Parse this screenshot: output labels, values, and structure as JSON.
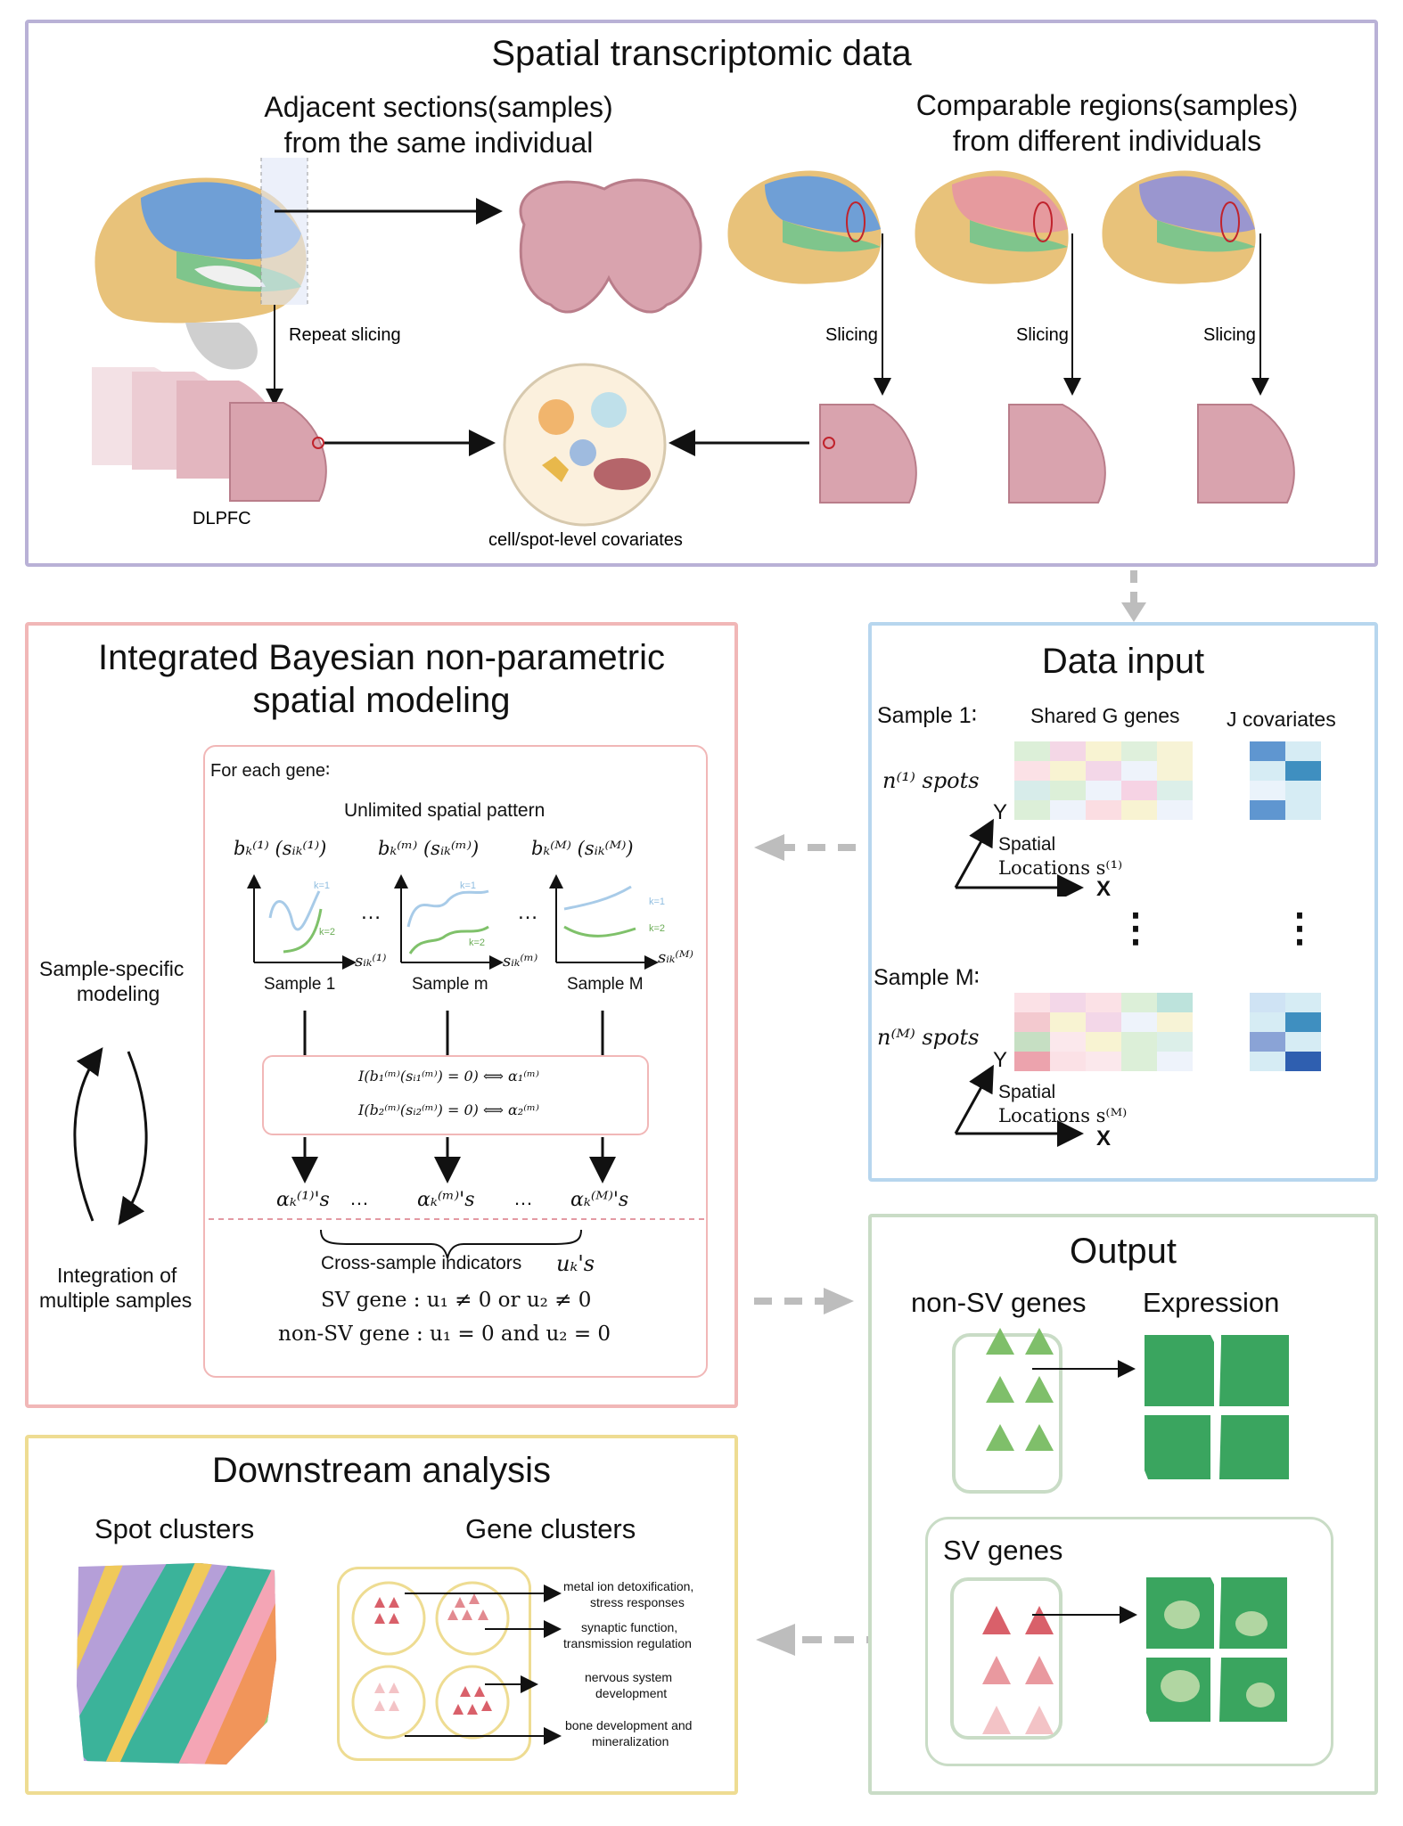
{
  "top": {
    "title": "Spatial transcriptomic data",
    "left_heading_1": "Adjacent sections(samples)",
    "left_heading_2": "from the same individual",
    "right_heading_1": "Comparable regions(samples)",
    "right_heading_2": "from different individuals",
    "repeat_slicing": "Repeat slicing",
    "slicing": "Slicing",
    "dlpfc": "DLPFC",
    "covariates": "cell/spot-level covariates"
  },
  "data_input": {
    "title": "Data input",
    "sample1": "Sample 1∶",
    "shared_genes": "Shared G genes",
    "j_covariates": "J  covariates",
    "n1_spots": "n⁽¹⁾ spots",
    "sampleM": "Sample M∶",
    "nM_spots": "n⁽ᴹ⁾ spots",
    "spatial": "Spatial",
    "locations1": "Locations s⁽¹⁾",
    "locationsM": "Locations s⁽ᴹ⁾",
    "x": "X",
    "y": "Y",
    "dots": "⋮"
  },
  "model": {
    "title_1": "Integrated Bayesian non-parametric",
    "title_2": "spatial modeling",
    "for_each_gene": "For each gene∶",
    "unlimited": "Unlimited spatial pattern",
    "sample_specific": "Sample-specific",
    "modeling": "modeling",
    "integration": "Integration of",
    "multiple": "multiple samples",
    "sample_1": "Sample 1",
    "sample_m": "Sample m",
    "sample_M": "Sample M",
    "b1": "bₖ⁽¹⁾ (sᵢₖ⁽¹⁾)",
    "bm": "bₖ⁽ᵐ⁾ (sᵢₖ⁽ᵐ⁾)",
    "bM": "bₖ⁽ᴹ⁾ (sᵢₖ⁽ᴹ⁾)",
    "s1": "sᵢₖ⁽¹⁾",
    "sm": "sᵢₖ⁽ᵐ⁾",
    "sM": "sᵢₖ⁽ᴹ⁾",
    "k1": "k=1",
    "k2": "k=2",
    "ellipsis": "…",
    "eq1": "I(b₁⁽ᵐ⁾(sᵢ₁⁽ᵐ⁾) = 0)  ⟺  α₁⁽ᵐ⁾",
    "eq2": "I(b₂⁽ᵐ⁾(sᵢ₂⁽ᵐ⁾) = 0)  ⟺  α₂⁽ᵐ⁾",
    "alpha1": "αₖ⁽¹⁾'s",
    "alpham": "αₖ⁽ᵐ⁾'s",
    "alphaM": "αₖ⁽ᴹ⁾'s",
    "cross": "Cross-sample indicators",
    "uk": "uₖ's",
    "sv_rule": "SV gene : u₁ ≠ 0   or   u₂ ≠ 0",
    "nonsv_rule": "non-SV gene : u₁ = 0 and u₂ = 0"
  },
  "output": {
    "title": "Output",
    "nonsv": "non-SV genes",
    "expression": "Expression",
    "sv": "SV genes"
  },
  "downstream": {
    "title": "Downstream analysis",
    "spot_clusters": "Spot clusters",
    "gene_clusters": "Gene clusters",
    "ann1a": "metal ion detoxification,",
    "ann1b": "stress responses",
    "ann2a": "synaptic function,",
    "ann2b": "transmission regulation",
    "ann3a": "nervous system",
    "ann3b": "development",
    "ann4a": "bone development and",
    "ann4b": "mineralization"
  },
  "colors": {
    "top_border": "#b9b1d6",
    "model_border": "#f1b7b7",
    "input_border": "#b7d6ee",
    "output_border": "#c9dcc6",
    "downstream_border": "#eedc92",
    "brain_pink": "#d9a3ae",
    "sv_red": "#d9606a",
    "nonsv_green": "#7fbf6a",
    "expression_green": "#3aa55f"
  }
}
